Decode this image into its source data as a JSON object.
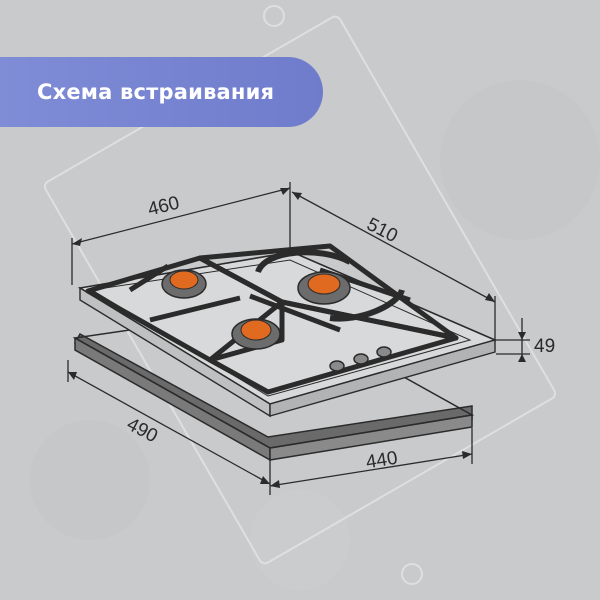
{
  "banner": {
    "title": "Схема встраивания",
    "color": "#7480d0"
  },
  "dimensions": {
    "hob_width": "460",
    "hob_depth": "510",
    "hob_height": "49",
    "cutout_width": "490",
    "cutout_depth": "440"
  },
  "colors": {
    "background": "#c9cacb",
    "line": "#2b2b2b",
    "cutout_frame": "#6a6a6a",
    "burner_orange": "#e06a20",
    "burner_gray": "#6c6c6c"
  }
}
